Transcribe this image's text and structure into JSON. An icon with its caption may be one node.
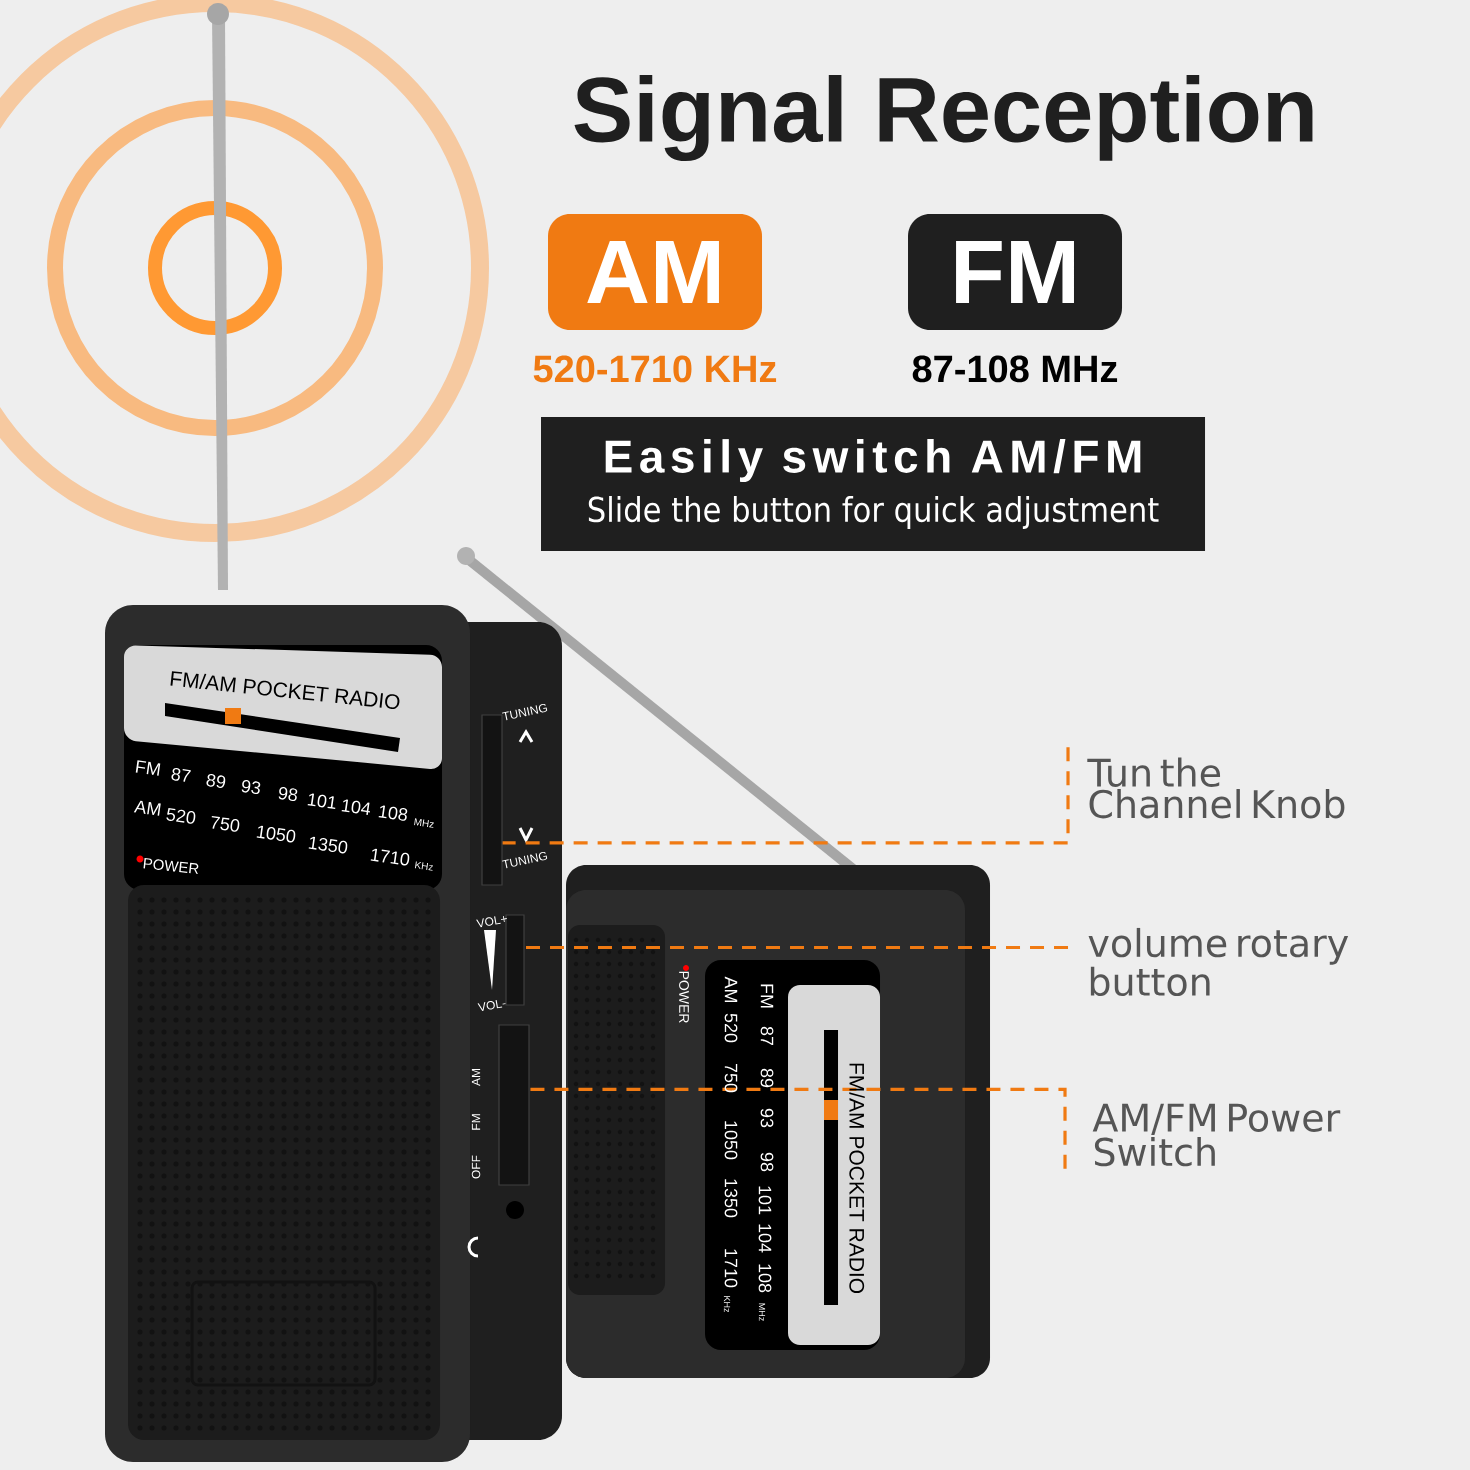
{
  "diagram": {
    "title": "Signal Reception",
    "nodes": [
      {
        "text": [
          "AM"
        ],
        "beside": [
          "520-1710 KHz"
        ]
      },
      {
        "text": [
          "FM"
        ],
        "beside": [
          "87-108 MHz"
        ]
      },
      {
        "text": [
          "Easily switch AM/FM",
          "Slide the button for quick adjustment"
        ]
      },
      {
        "text": [
          "Tun the Channel Knob"
        ]
      },
      {
        "text": [],
        "shape": "box"
      },
      {
        "text": [
          "volume rotary button"
        ]
      },
      {
        "text": [],
        "shape": "box"
      },
      {
        "text": [
          "AM/FM Power Switch"
        ]
      },
      {
        "text": [],
        "shape": "box"
      }
    ],
    "edges": [
      {
        "from": 3,
        "to": 4,
        "arrow": "none",
        "style": "dashed"
      },
      {
        "from": 5,
        "to": 6,
        "arrow": "none",
        "style": "dashed"
      },
      {
        "from": 7,
        "to": 8,
        "arrow": "none",
        "style": "dashed"
      }
    ],
    "labels": [
      "FM/AM POCKET RADIO",
      "FM",
      "87",
      "89",
      "93",
      "98",
      "101",
      "104",
      "108",
      "MHz",
      "AM",
      "520",
      "750",
      "1050",
      "1350",
      "1710",
      "KHz",
      "POWER",
      "TUNING",
      "TUNING",
      "VOL+",
      "VOL-",
      "AM",
      "FM",
      "OFF",
      "POWER",
      "FM",
      "87",
      "89",
      "93",
      "98",
      "101",
      "104",
      "108",
      "MHz",
      "AM",
      "520",
      "750",
      "1050",
      "1350",
      "1710",
      "KHz",
      "FM/AM POCKET RADIO"
    ]
  }
}
